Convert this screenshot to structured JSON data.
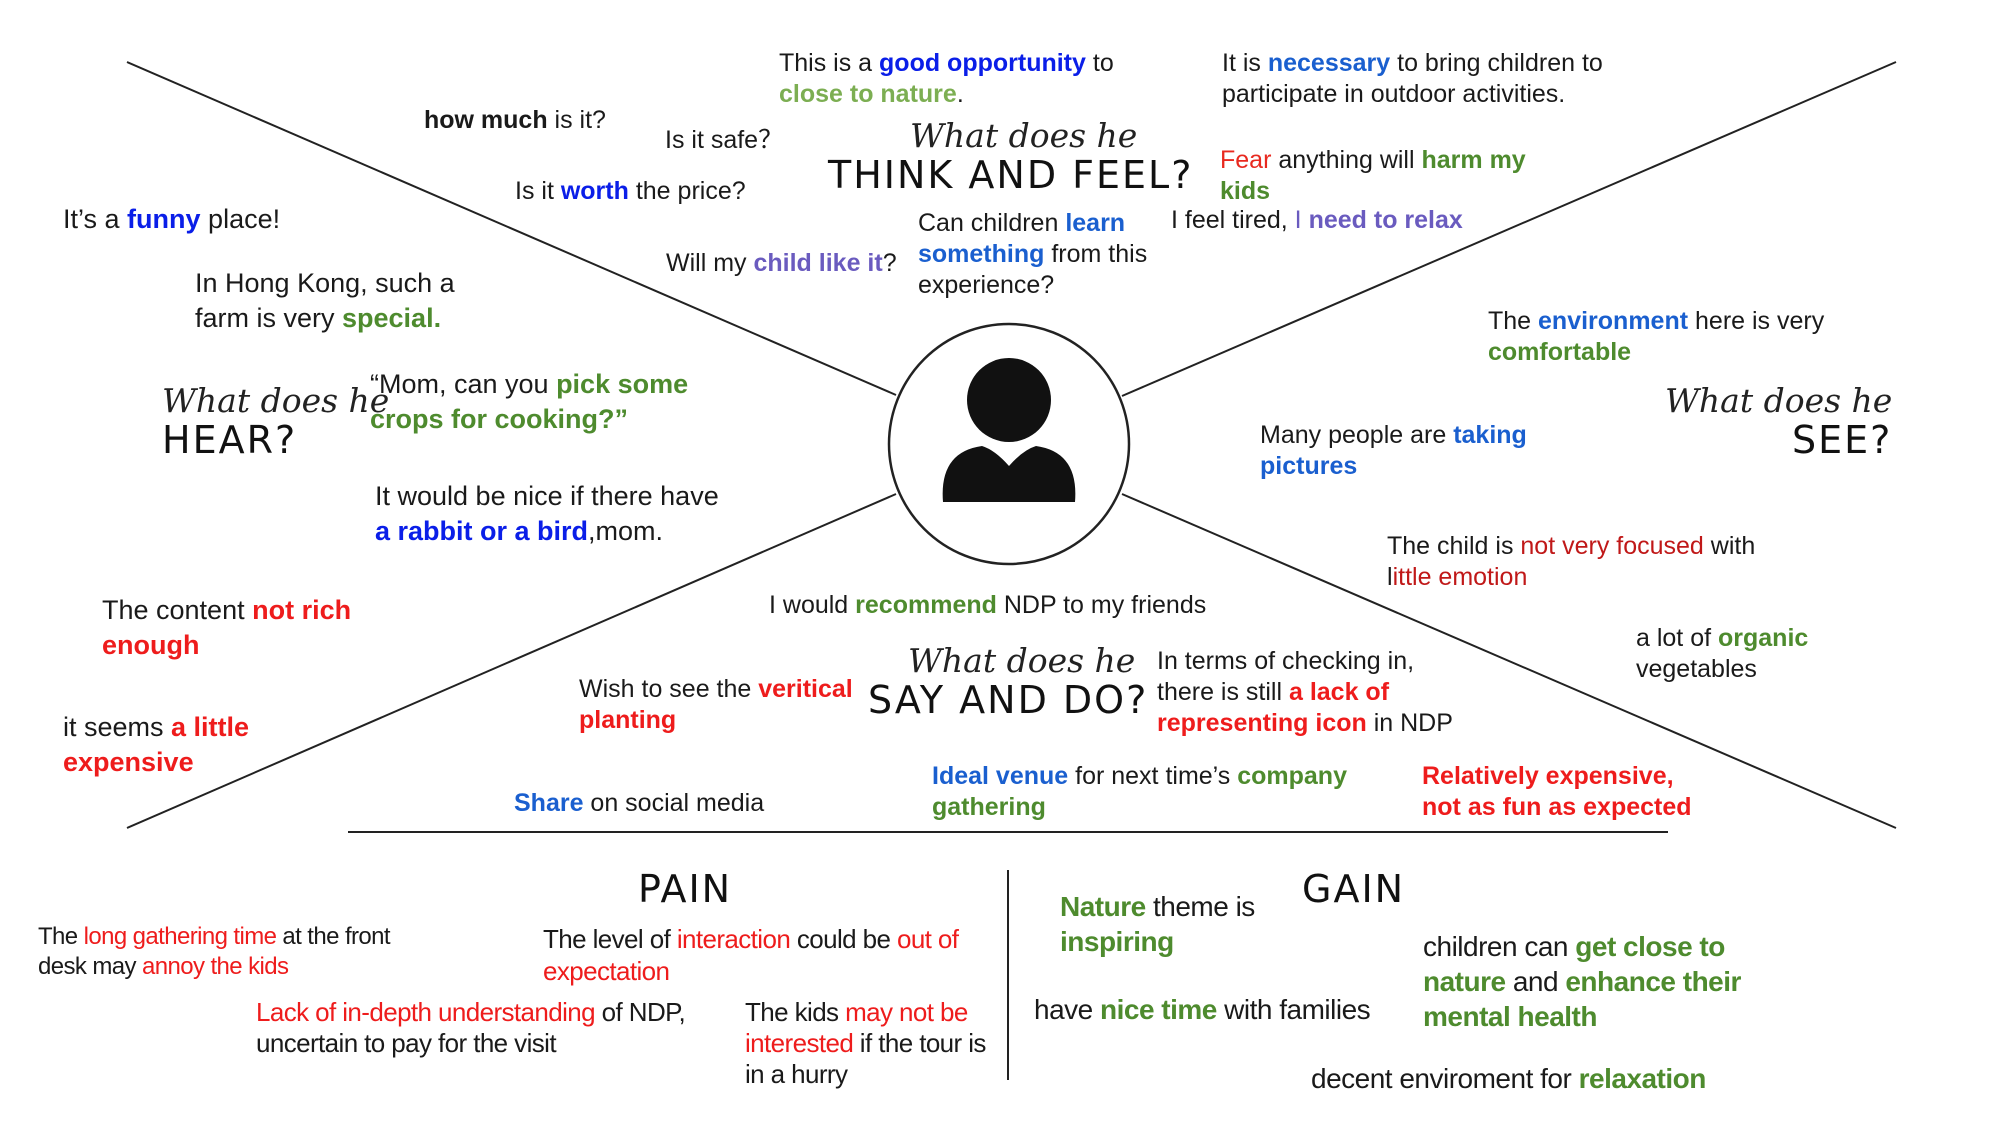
{
  "headings": {
    "think": {
      "script": "What does he",
      "caps": "THINK AND FEEL?"
    },
    "hear": {
      "script": "What does he",
      "caps": "HEAR?"
    },
    "see": {
      "script": "What does he",
      "caps": "SEE?"
    },
    "say": {
      "script": "What does he",
      "caps": "SAY AND DO?"
    }
  },
  "think_feel": {
    "opportunity": [
      "This is a ",
      "good opportunity",
      " to",
      "close to nature",
      "."
    ],
    "necessary": [
      "It is ",
      "necessary",
      " to bring children to",
      "participate in outdoor activities."
    ],
    "how_much": [
      "how much",
      " is it?"
    ],
    "safe": "Is it safe？",
    "worth": [
      "Is it ",
      "worth",
      " the price?"
    ],
    "fear": [
      "Fear",
      " anything will ",
      "harm my",
      "kids"
    ],
    "tired": [
      "I feel tired, ",
      "I ",
      "need to relax"
    ],
    "learn": [
      "Can children ",
      "learn",
      "something",
      " from this",
      "experience?"
    ],
    "like": [
      "Will my ",
      "child like it",
      "?"
    ]
  },
  "hear": {
    "funny": [
      "It’s a ",
      "funny",
      " place!"
    ],
    "special": [
      "In Hong Kong, such a",
      "farm is very ",
      "special."
    ],
    "pick": [
      "“Mom, can you ",
      "pick some",
      "crops for cooking?”"
    ],
    "rabbit": [
      "It would be nice if there have",
      "a rabbit or a bird",
      ",mom."
    ],
    "content": [
      "The content ",
      "not rich",
      "enough"
    ],
    "expensive": [
      "it seems ",
      "a little",
      "expensive"
    ]
  },
  "see": {
    "environment": [
      "The ",
      "environment",
      " here is very",
      "comfortable"
    ],
    "pictures": [
      "Many people are ",
      "taking",
      "pictures"
    ],
    "child": [
      "The child is ",
      "not very focused",
      " with",
      "l",
      "ittle emotion"
    ],
    "organic": [
      "a lot of ",
      "organic",
      "vegetables"
    ]
  },
  "say_do": {
    "recommend": [
      "I would ",
      "recommend",
      " NDP to my friends"
    ],
    "wish": [
      "Wish to see the ",
      "veritical",
      "planting"
    ],
    "checking": [
      "In terms of checking in,",
      "there is still ",
      "a lack of",
      "representing icon",
      " in NDP"
    ],
    "share": [
      "Share",
      " on social media"
    ],
    "venue": [
      "Ideal venue",
      " for next time’s ",
      "company",
      "gathering"
    ],
    "relatively": [
      "Relatively expensive,",
      "not as fun as expected"
    ]
  },
  "pain": {
    "title": "PAIN",
    "long": [
      "The ",
      "long gathering time",
      " at the front",
      "desk may ",
      "annoy the kids"
    ],
    "level": [
      "The level of ",
      "interaction",
      " could be ",
      "out of",
      "expectation"
    ],
    "lack": [
      "Lack of in-depth understanding",
      " of NDP,",
      "uncertain to pay for the visit"
    ],
    "kids": [
      "The kids ",
      "may not be",
      "interested",
      " if the tour is",
      "in a hurry"
    ]
  },
  "gain": {
    "title": "GAIN",
    "nature": [
      "Nature",
      " theme is",
      "inspiring"
    ],
    "nice": [
      "have ",
      "nice time",
      " with families"
    ],
    "children": [
      "children can ",
      "get close to",
      "nature",
      " and ",
      "enhance their",
      "mental health"
    ],
    "decent": [
      "decent enviroment for ",
      "relaxation"
    ]
  },
  "colors": {
    "blue": "#0a1ee8",
    "light_blue": "#1a5fcf",
    "green": "#4e8b2e",
    "light_green": "#7cae52",
    "purple": "#6a5bbf",
    "red": "#ee1c1c",
    "dark_red": "#c01818"
  },
  "icons": {
    "center": "user-silhouette-icon"
  }
}
